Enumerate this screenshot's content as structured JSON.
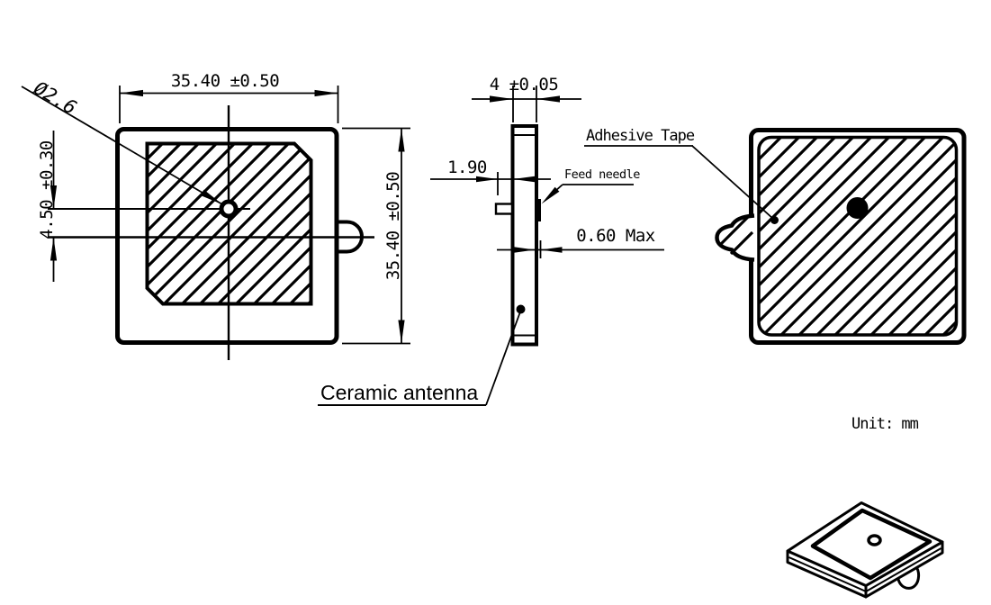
{
  "meta": {
    "background": "#ffffff",
    "ink": "#000000",
    "unit_note": "Unit: mm"
  },
  "front_view": {
    "width_dim": "35.40 ±0.50",
    "height_dim": "35.40 ±0.50",
    "feed_offset_dim": "4.50 ±0.30",
    "hole_dia_dim": "Ø2.6"
  },
  "side_view": {
    "thickness_dim": "4 ±0.05",
    "pin_protrusion_dim": "1.90",
    "pin_height_dim": "0.60 Max",
    "feed_needle_label": "Feed needle"
  },
  "back_view": {
    "adhesive_tape_label": "Adhesive Tape"
  },
  "labels": {
    "ceramic_antenna": "Ceramic antenna"
  }
}
